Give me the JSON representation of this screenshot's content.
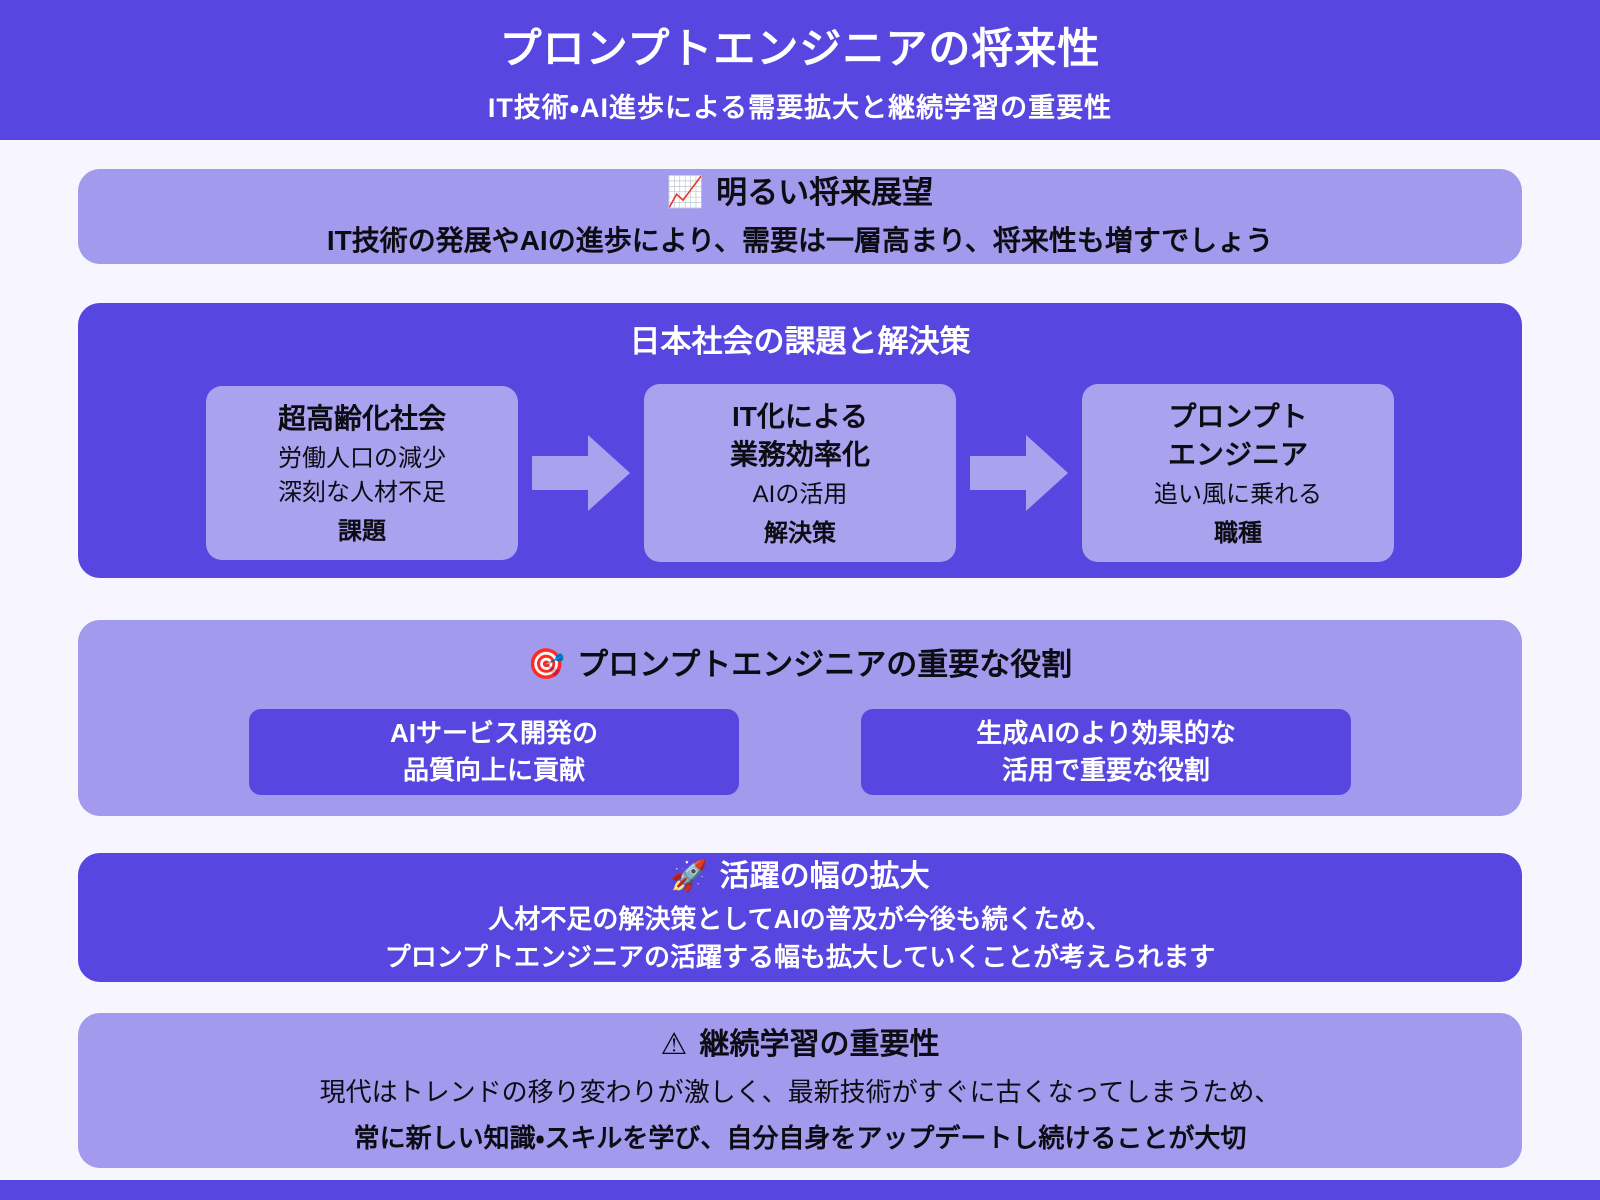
{
  "colors": {
    "dark_purple": "#5747e0",
    "light_purple": "#a29aec",
    "box_light_purple": "#a9a2ee",
    "page_background": "#f7f6fe",
    "text_black": "#0c0c14",
    "text_white": "#ffffff"
  },
  "header": {
    "title": "プロンプトエンジニアの将来性",
    "subtitle": "IT技術・AI進歩による需要拡大と継続学習の重要性"
  },
  "outlook": {
    "icon": "📈",
    "title": "明るい将来展望",
    "body": "IT技術の発展やAIの進歩により、需要は一層高まり、将来性も増すでしょう"
  },
  "society": {
    "title": "日本社会の課題と解決策",
    "steps": [
      {
        "heading": "超高齢化社会",
        "body": "労働人口の減少\n深刻な人材不足",
        "tag": "課題"
      },
      {
        "heading": "IT化による\n業務効率化",
        "body": "AIの活用",
        "tag": "解決策"
      },
      {
        "heading": "プロンプト\nエンジニア",
        "body": "追い風に乗れる",
        "tag": "職種"
      }
    ]
  },
  "roles": {
    "icon": "🎯",
    "title": "プロンプトエンジニアの重要な役割",
    "cards": [
      "AIサービス開発の\n品質向上に貢献",
      "生成AIのより効果的な\n活用で重要な役割"
    ]
  },
  "expansion": {
    "icon": "🚀",
    "title": "活躍の幅の拡大",
    "body": "人材不足の解決策としてAIの普及が今後も続くため、\nプロンプトエンジニアの活躍する幅も拡大していくことが考えられます"
  },
  "learning": {
    "icon": "⚠",
    "title": "継続学習の重要性",
    "line1": "現代はトレンドの移り変わりが激しく、最新技術がすぐに古くなってしまうため、",
    "line2": "常に新しい知識・スキルを学び、自分自身をアップデートし続けることが大切"
  }
}
